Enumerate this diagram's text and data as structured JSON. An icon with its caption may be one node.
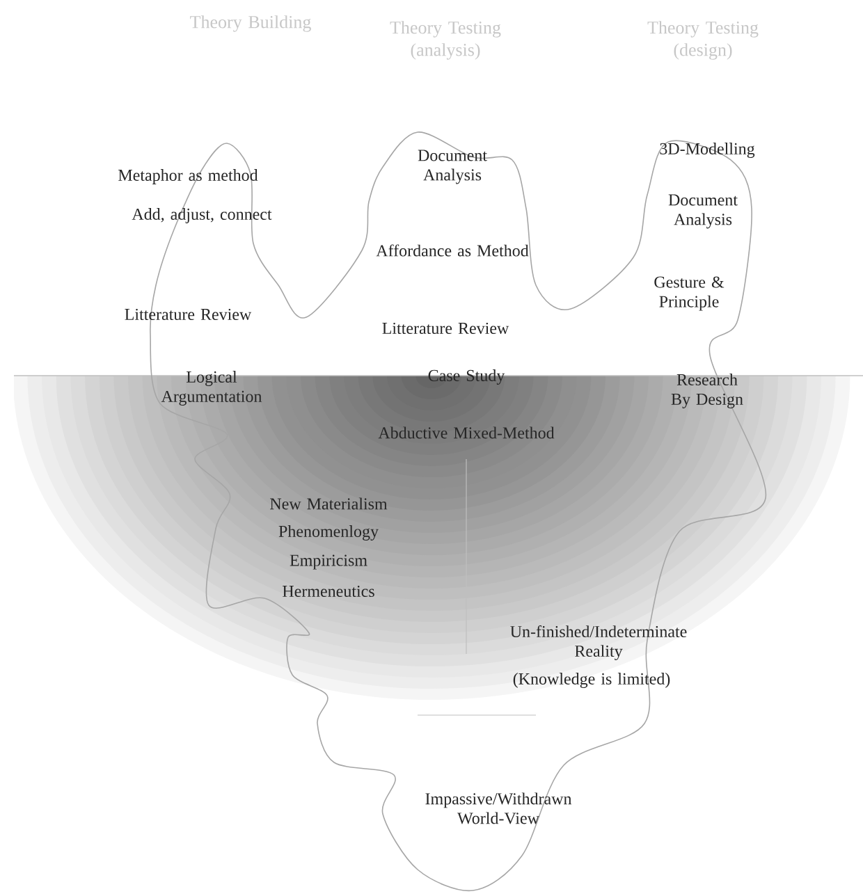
{
  "diagram": {
    "labels": [
      "Theory Building",
      "Theory Testing (analysis)",
      "Theory Testing (design)",
      "Document Analysis",
      "3D-Modelling",
      "Metaphor as method",
      "Document Analysis",
      "Add, adjust, connect",
      "Affordance as Method",
      "Gesture & Principle",
      "Litterature Review",
      "Litterature Review",
      "Logical Argumentation",
      "Case Study",
      "Research By Design",
      "Abductive Mixed-Method",
      "New Materialism",
      "Phenomenlogy",
      "Empiricism",
      "Hermeneutics",
      "Un-finished/Indeterminate Reality",
      "(Knowledge is limited)",
      "Impassive/Withdrawn World-View"
    ]
  }
}
